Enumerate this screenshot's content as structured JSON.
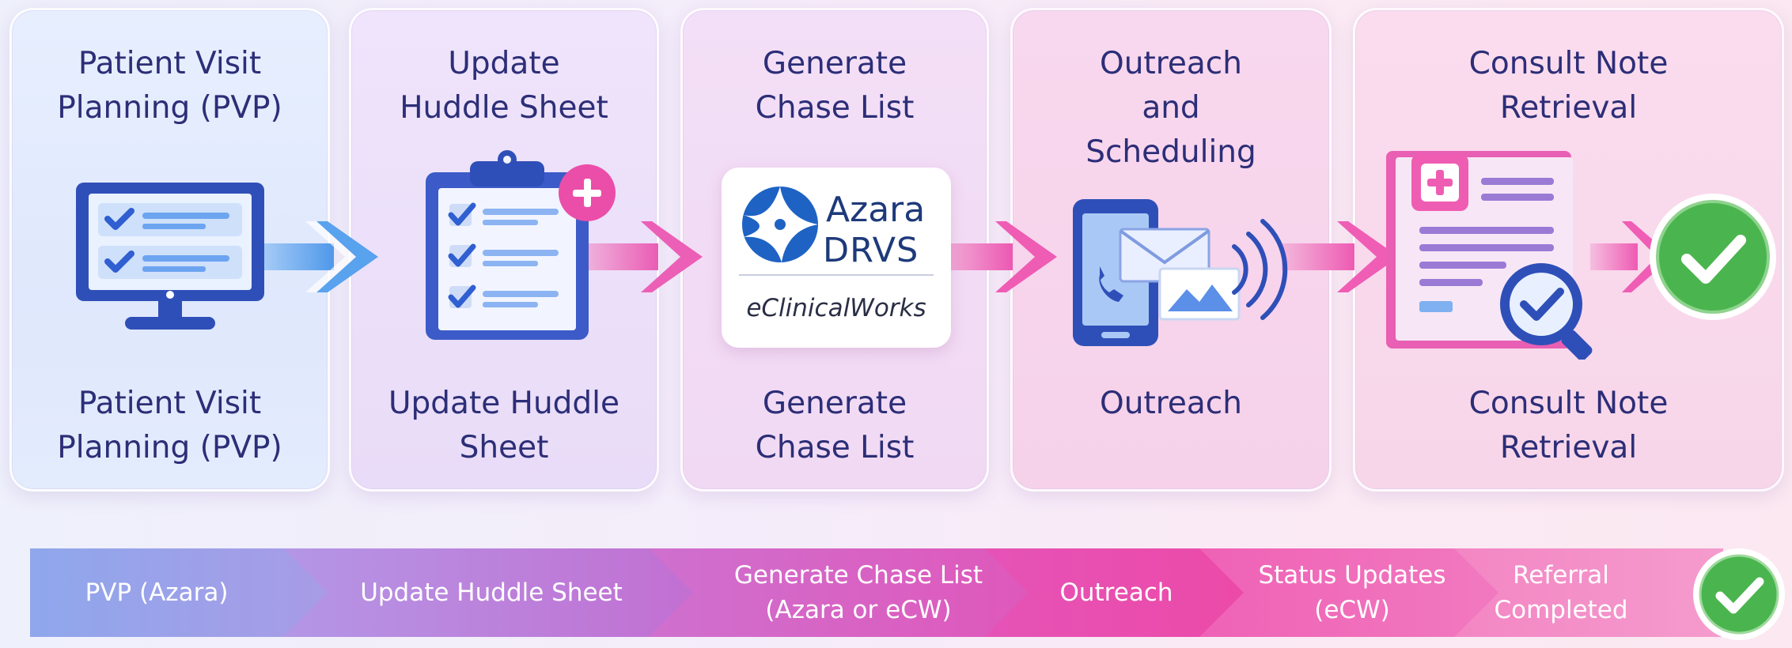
{
  "stages": [
    {
      "title_top": "Patient Visit\nPlanning (PVP)",
      "title_bottom": "Patient Visit\nPlanning (PVP)",
      "icon": "monitor-checklist-icon"
    },
    {
      "title_top": "Update\nHuddle Sheet",
      "title_bottom": "Update Huddle\nSheet",
      "icon": "clipboard-checklist-icon"
    },
    {
      "title_top": "Generate\nChase List",
      "title_bottom": "Generate\nChase List",
      "icon": "azara-drvs-ecw-logo"
    },
    {
      "title_top": "Outreach\nand\nScheduling",
      "title_bottom": "Outreach",
      "icon": "phone-mail-icon"
    },
    {
      "title_top": "Consult Note\nRetrieval",
      "title_bottom": "Consult Note\nRetrieval",
      "icon": "document-search-icon"
    }
  ],
  "logo": {
    "azara": "Azara",
    "drvs": "DRVS",
    "ecw": "eClinicalWorks"
  },
  "process_bar": [
    {
      "label": "PVP (Azara)"
    },
    {
      "label": "Update Huddle Sheet"
    },
    {
      "label": "Generate Chase List\n(Azara or eCW)"
    },
    {
      "label": "Outreach"
    },
    {
      "label": "Status Updates\n(eCW)"
    },
    {
      "label": "Referral\nCompleted"
    }
  ],
  "colors": {
    "title": "#2c2e77",
    "icon_blue": "#2f4fb8",
    "arrow_blue": "#63a4ee",
    "arrow_pink": "#ee5fb8",
    "check_green": "#4ab54e"
  }
}
